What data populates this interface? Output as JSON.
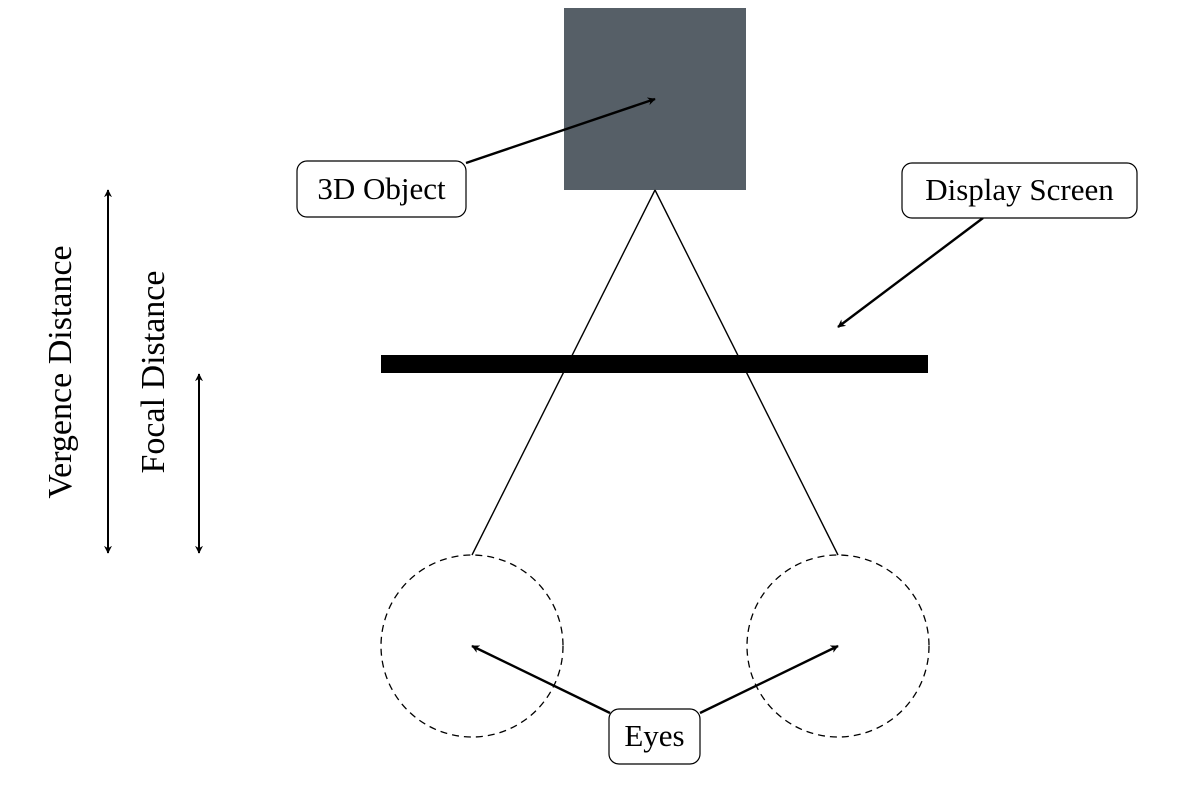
{
  "labels": {
    "object": "3D Object",
    "screen": "Display Screen",
    "eyes": "Eyes",
    "vergence": "Vergence Distance",
    "focal": "Focal Distance"
  },
  "colors": {
    "object_fill": "#565f67",
    "screen_fill": "#000000",
    "line": "#000000",
    "background": "#ffffff"
  }
}
